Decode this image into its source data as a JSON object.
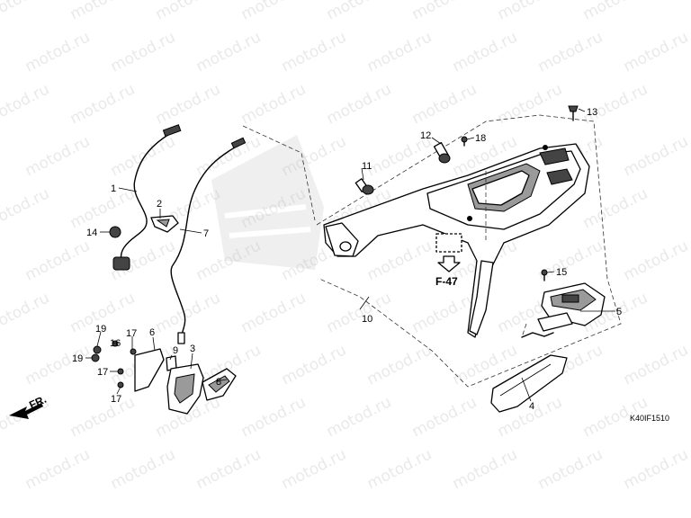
{
  "watermark": "motod.ru",
  "diagram_code": "K40IF1510",
  "ref_label": "F-47",
  "front_label": "FR.",
  "callouts": [
    {
      "id": "1",
      "text": "1"
    },
    {
      "id": "2",
      "text": "2"
    },
    {
      "id": "3",
      "text": "3"
    },
    {
      "id": "4",
      "text": "4"
    },
    {
      "id": "5",
      "text": "5"
    },
    {
      "id": "6",
      "text": "6"
    },
    {
      "id": "7",
      "text": "7"
    },
    {
      "id": "8",
      "text": "8"
    },
    {
      "id": "9",
      "text": "9"
    },
    {
      "id": "10",
      "text": "10"
    },
    {
      "id": "11",
      "text": "11"
    },
    {
      "id": "12",
      "text": "12"
    },
    {
      "id": "13",
      "text": "13"
    },
    {
      "id": "14",
      "text": "14"
    },
    {
      "id": "15",
      "text": "15"
    },
    {
      "id": "16",
      "text": "16"
    },
    {
      "id": "17a",
      "text": "17"
    },
    {
      "id": "17b",
      "text": "17"
    },
    {
      "id": "17c",
      "text": "17"
    },
    {
      "id": "18",
      "text": "18"
    },
    {
      "id": "19a",
      "text": "19"
    },
    {
      "id": "19b",
      "text": "19"
    }
  ]
}
